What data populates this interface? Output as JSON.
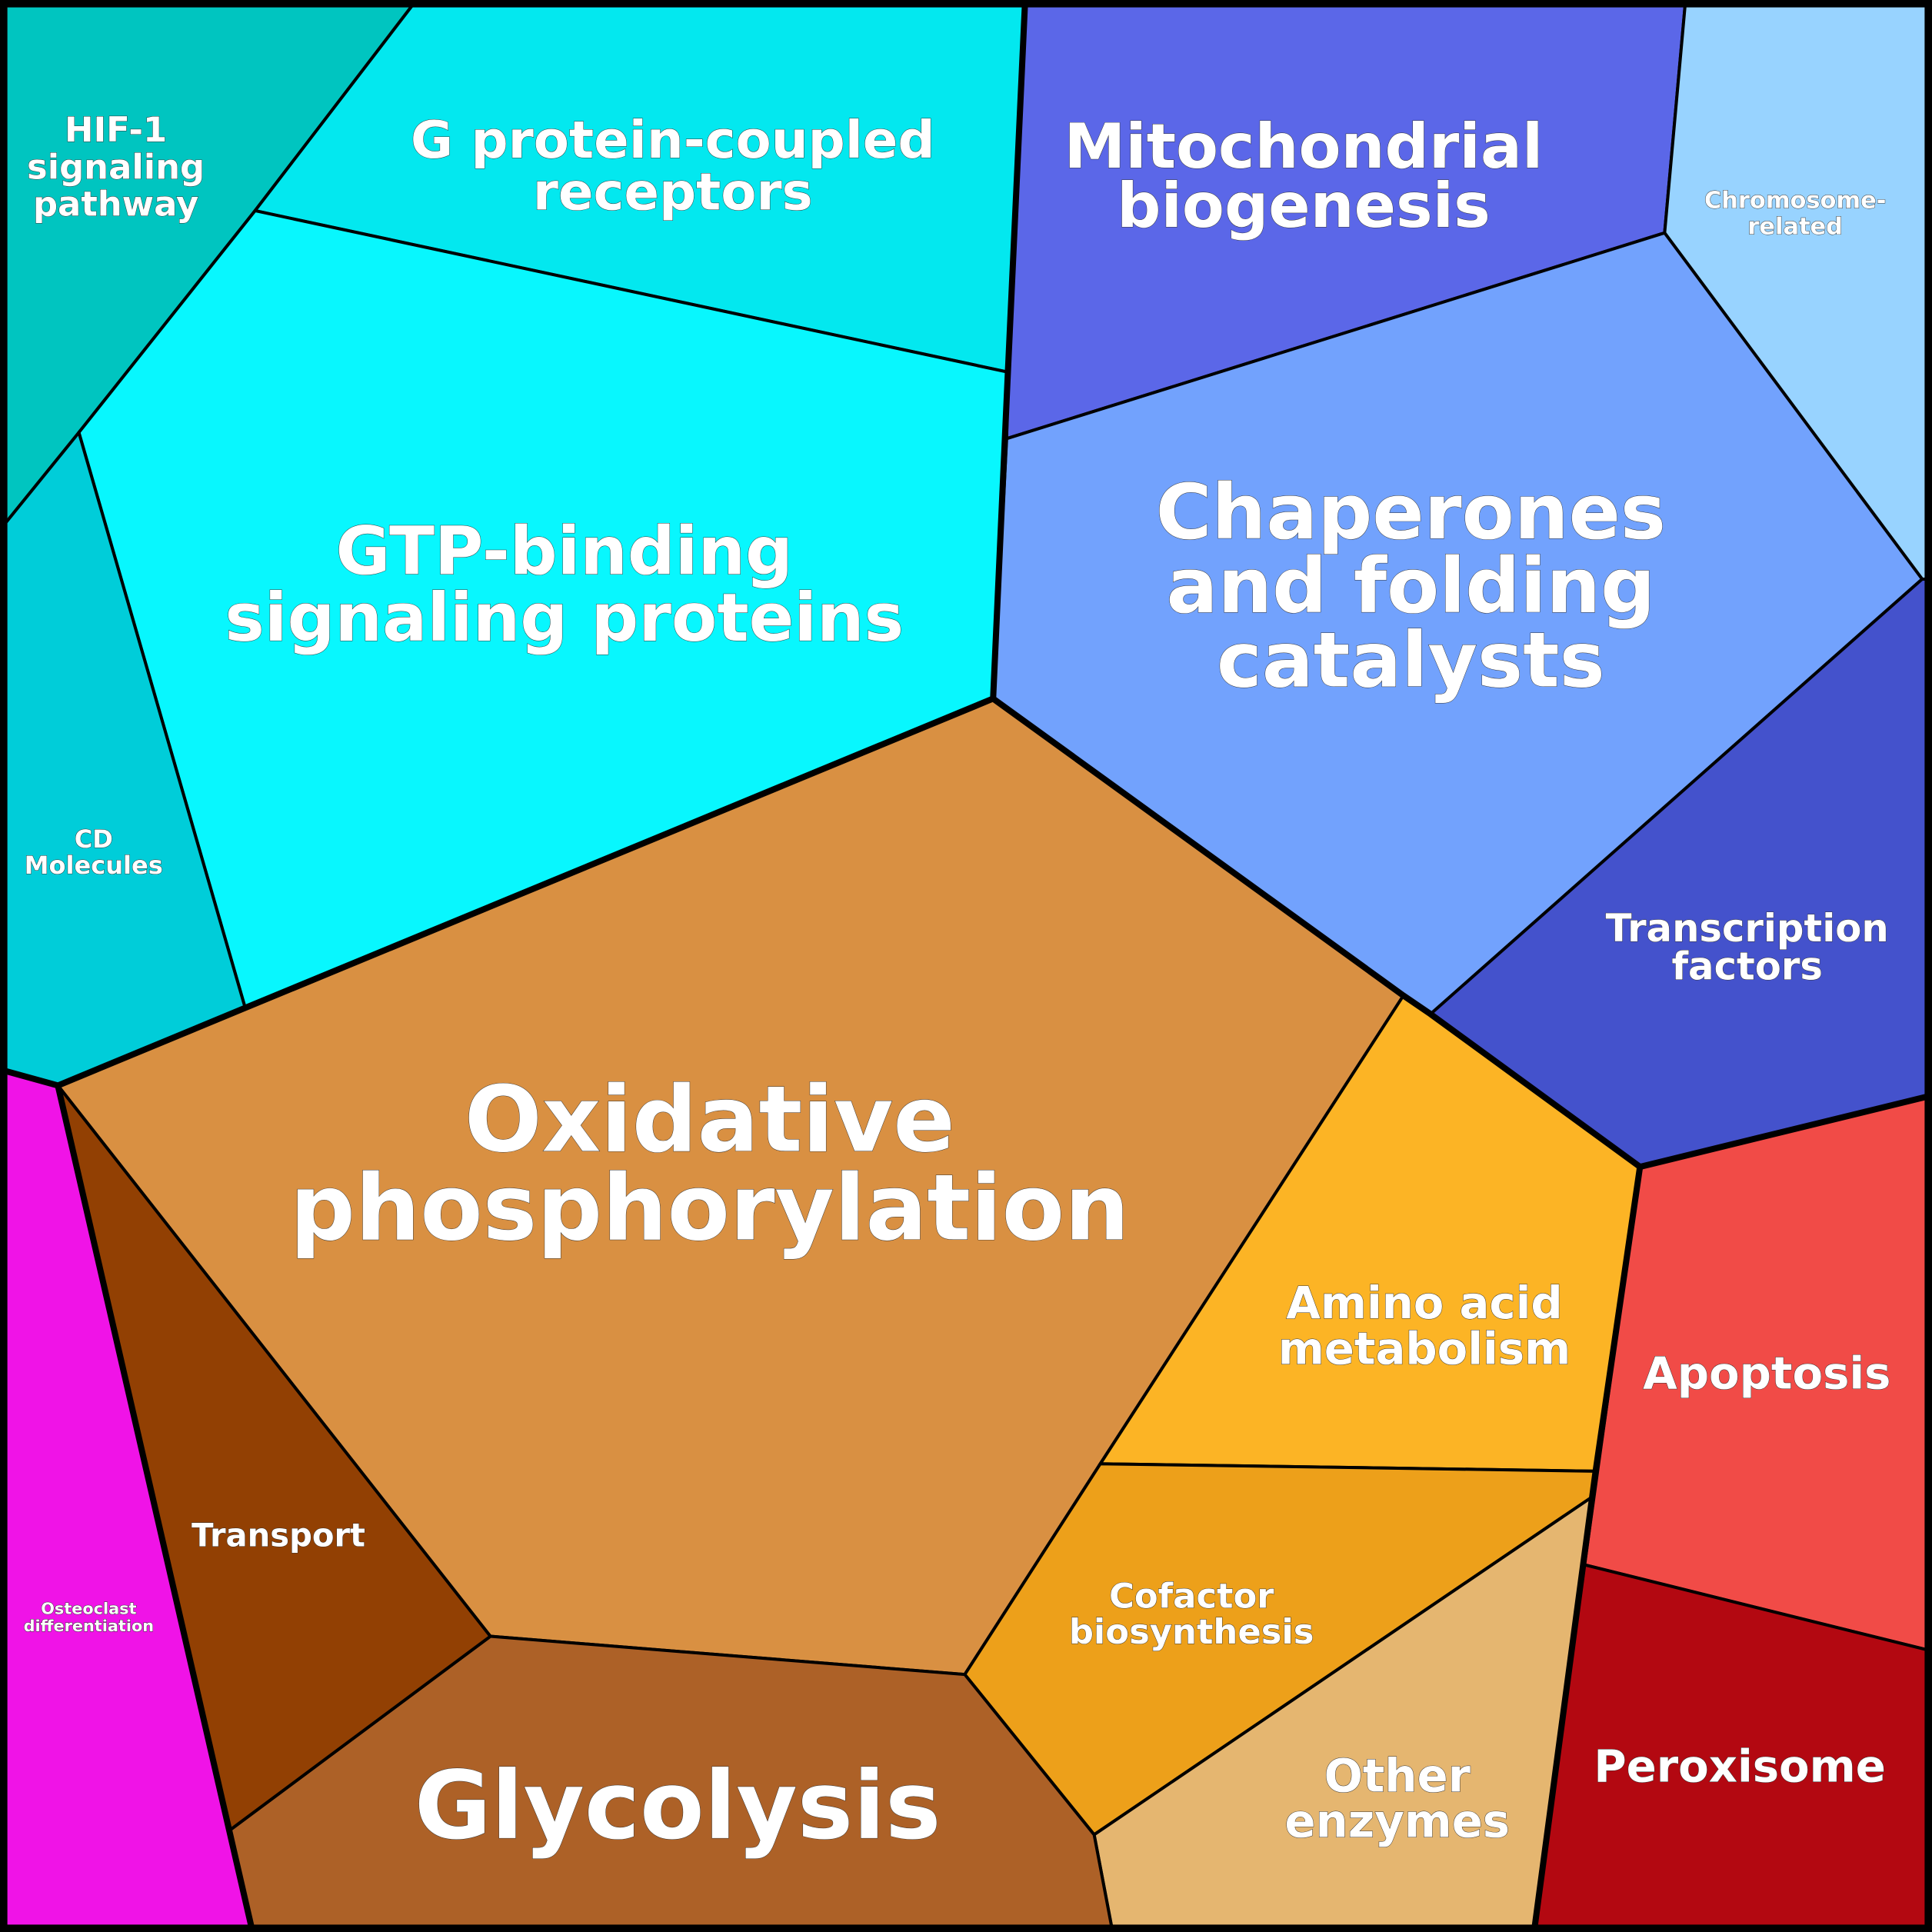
{
  "title": "Voronoi treemap of functional categories",
  "colors": {
    "hif1": "#00c5c0",
    "gpcr": "#03e8ef",
    "gtp": "#08f7fe",
    "cd": "#00cdd9",
    "mito": "#5b67e8",
    "chromosome": "#98d3ff",
    "chaperones": "#72a2fd",
    "transcription": "#4452cc",
    "oxphos": "#d99042",
    "amino": "#fcb425",
    "cofactor": "#eda01a",
    "other": "#e5b670",
    "apoptosis": "#f14b47",
    "peroxisome": "#b30811",
    "glycolysis": "#ad6127",
    "transport": "#924003",
    "osteoclast": "#f013e7"
  },
  "cells": {
    "hif1": [
      "HIF-1",
      "signaling",
      "pathway"
    ],
    "gpcr": [
      "G protein-coupled",
      "receptors"
    ],
    "gtp": [
      "GTP-binding",
      "signaling proteins"
    ],
    "cd": [
      "CD",
      "Molecules"
    ],
    "mito": [
      "Mitochondrial",
      "biogenesis"
    ],
    "chromosome": [
      "Chromosome-",
      "related"
    ],
    "chaperones": [
      "Chaperones",
      "and folding",
      "catalysts"
    ],
    "transcription": [
      "Transcription",
      "factors"
    ],
    "oxphos": [
      "Oxidative",
      "phosphorylation"
    ],
    "amino": [
      "Amino acid",
      "metabolism"
    ],
    "cofactor": [
      "Cofactor",
      "biosynthesis"
    ],
    "other": [
      "Other",
      "enzymes"
    ],
    "apoptosis": [
      "Apoptosis"
    ],
    "peroxisome": [
      "Peroxisome"
    ],
    "glycolysis": [
      "Glycolysis"
    ],
    "transport": [
      "Transport"
    ],
    "osteoclast": [
      "Osteoclast",
      "differentiation"
    ]
  }
}
